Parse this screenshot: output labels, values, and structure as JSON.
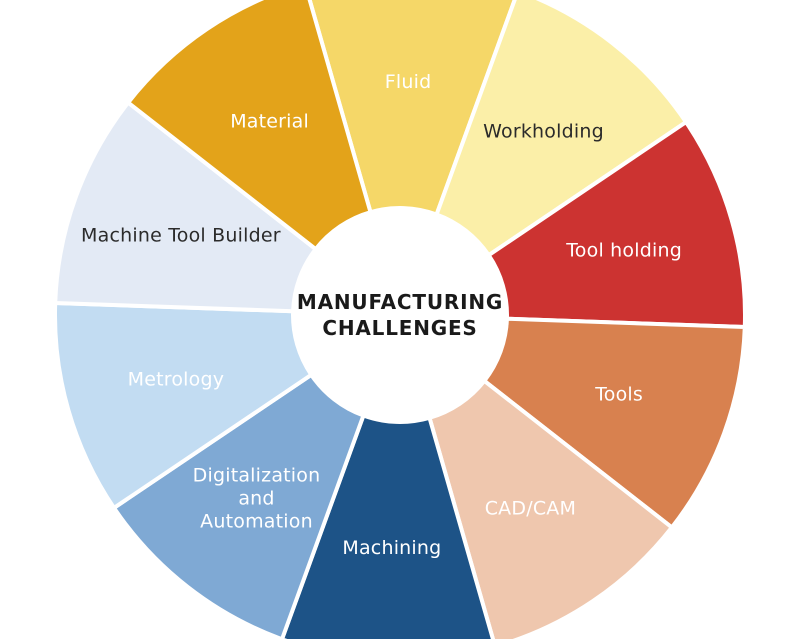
{
  "center": {
    "line1": "MANUFACTURING",
    "line2": "CHALLENGES"
  },
  "chart_data": {
    "type": "pie",
    "title": "MANUFACTURING CHALLENGES",
    "subtitle": "",
    "xlabel": "",
    "ylabel": "",
    "donut": true,
    "inner_radius_ratio": 0.31,
    "legend_position": "none",
    "grid": false,
    "labels_inside": true,
    "equal_slices": true,
    "slice_count": 11,
    "start_angle_deg": -106,
    "direction": "clockwise",
    "categories": [
      "Fluid",
      "Workholding",
      "Tool holding",
      "Tools",
      "CAD/CAM",
      "Machining",
      "Digitalization and Automation",
      "Metrology",
      "Machine Tool Builder",
      "Material"
    ],
    "values": [
      1,
      1,
      1,
      1,
      1,
      1,
      1,
      1,
      1,
      1
    ],
    "slices": [
      {
        "label": "Fluid",
        "label_lines": [
          "Fluid"
        ],
        "value": 1,
        "percent": 10,
        "color": "#F5D768",
        "text_color": "#ffffff"
      },
      {
        "label": "Workholding",
        "label_lines": [
          "Workholding"
        ],
        "value": 1,
        "percent": 10,
        "color": "#FBEFA8",
        "text_color": "#2b2b2b"
      },
      {
        "label": "Tool holding",
        "label_lines": [
          "Tool holding"
        ],
        "value": 1,
        "percent": 10,
        "color": "#CC3331",
        "text_color": "#ffffff"
      },
      {
        "label": "Tools",
        "label_lines": [
          "Tools"
        ],
        "value": 1,
        "percent": 10,
        "color": "#D8814F",
        "text_color": "#ffffff"
      },
      {
        "label": "CAD/CAM",
        "label_lines": [
          "CAD/CAM"
        ],
        "value": 1,
        "percent": 10,
        "color": "#EFC7AE",
        "text_color": "#ffffff"
      },
      {
        "label": "Machining",
        "label_lines": [
          "Machining"
        ],
        "value": 1,
        "percent": 10,
        "color": "#1D5387",
        "text_color": "#ffffff"
      },
      {
        "label": "Digitalization and Automation",
        "label_lines": [
          "Digitalization",
          "and",
          "Automation"
        ],
        "value": 1,
        "percent": 10,
        "color": "#7FA9D4",
        "text_color": "#ffffff"
      },
      {
        "label": "Metrology",
        "label_lines": [
          "Metrology"
        ],
        "value": 1,
        "percent": 10,
        "color": "#C2DCF2",
        "text_color": "#ffffff"
      },
      {
        "label": "Machine Tool Builder",
        "label_lines": [
          "Machine Tool Builder"
        ],
        "value": 1,
        "percent": 10,
        "color": "#E3EAF5",
        "text_color": "#2b2b2b"
      },
      {
        "label": "Material",
        "label_lines": [
          "Material"
        ],
        "value": 1,
        "percent": 10,
        "color": "#E3A31A",
        "text_color": "#ffffff"
      }
    ],
    "palette": [
      "#F5D768",
      "#FBEFA8",
      "#CC3331",
      "#D8814F",
      "#EFC7AE",
      "#1D5387",
      "#7FA9D4",
      "#C2DCF2",
      "#E3EAF5",
      "#E3A31A"
    ],
    "background_color": "#ffffff",
    "separator_color": "#ffffff"
  }
}
